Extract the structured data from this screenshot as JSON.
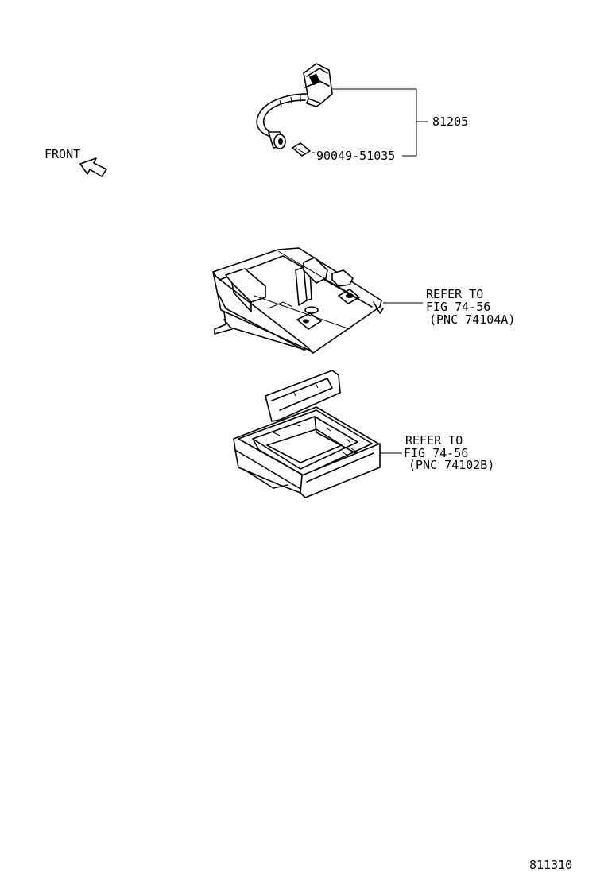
{
  "labels": {
    "front": "FRONT",
    "part_81205": "81205",
    "part_clip": "90049-51035",
    "refer_top_1": "REFER TO",
    "refer_top_2": "FIG 74-56",
    "refer_top_3": "(PNC 74104A)",
    "refer_bottom_1": "REFER TO",
    "refer_bottom_2": "FIG 74-56",
    "refer_bottom_3": "(PNC 74102B)",
    "figure_number": "811310"
  }
}
